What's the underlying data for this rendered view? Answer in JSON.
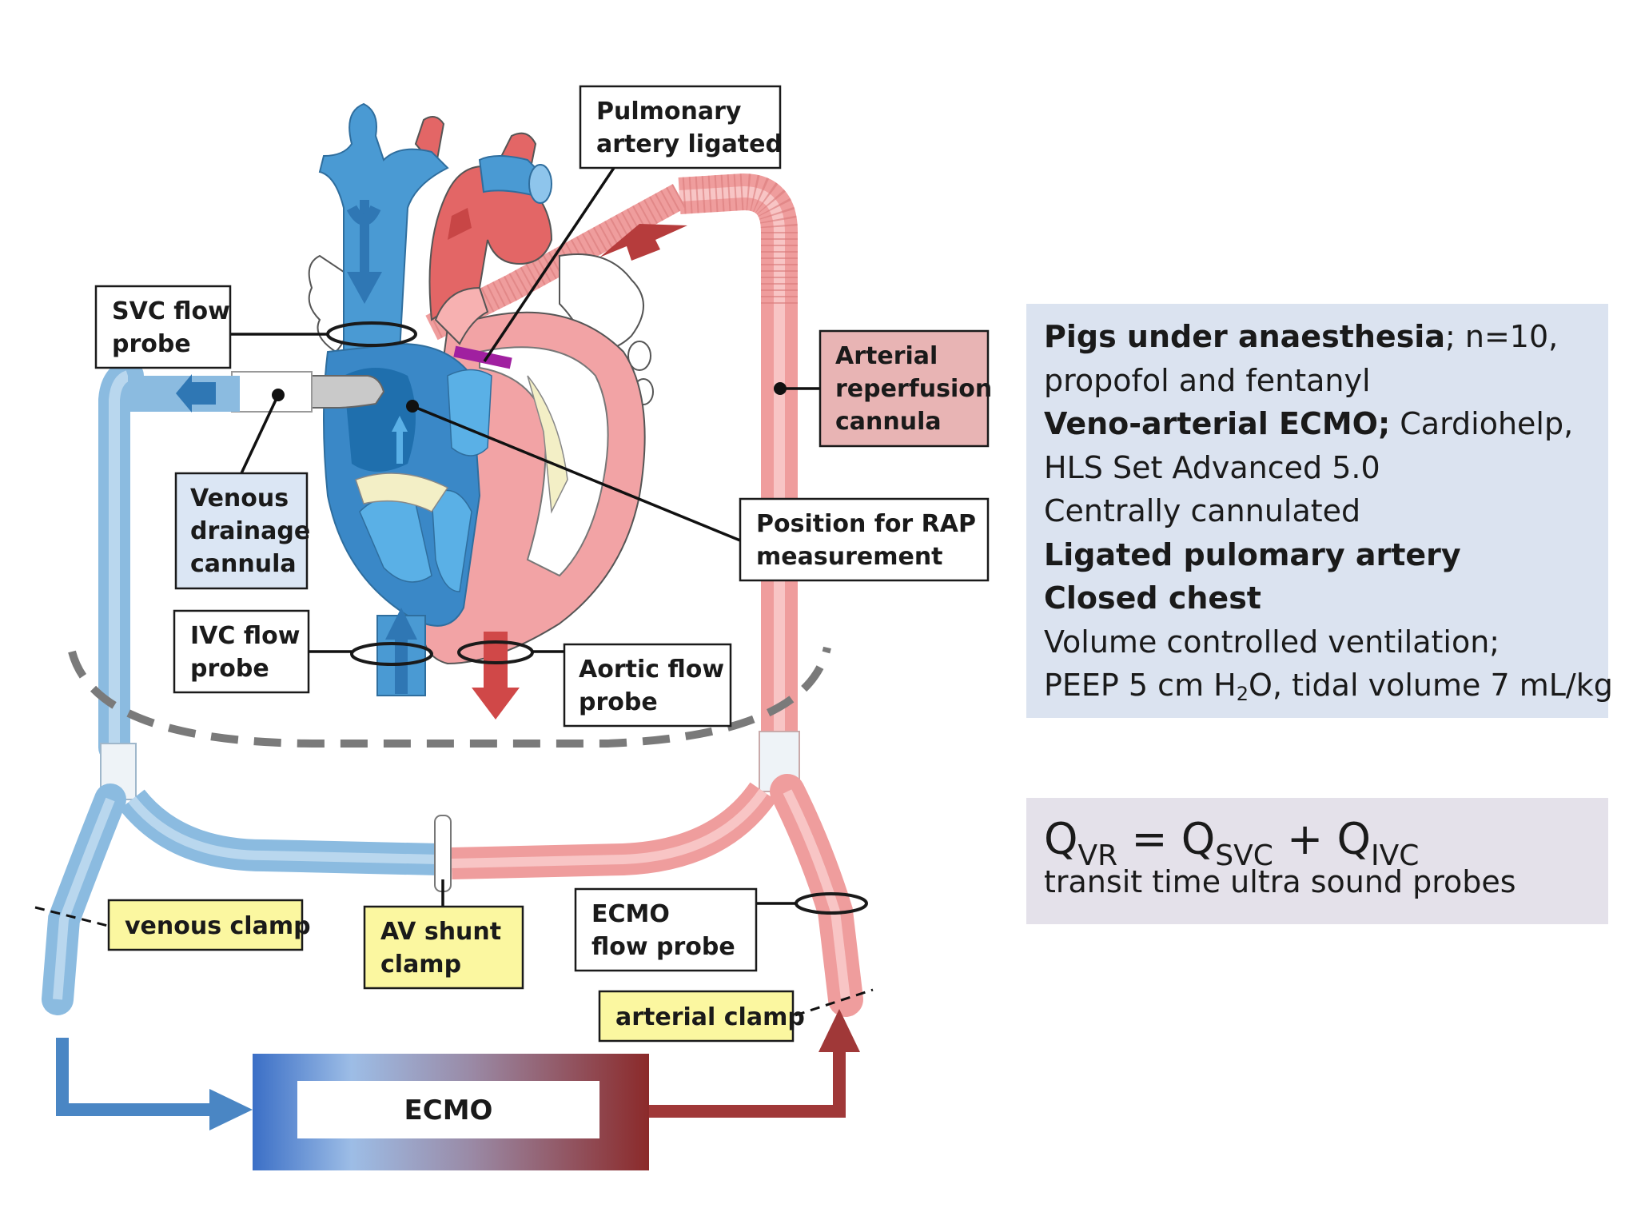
{
  "labels": {
    "pulmonary_artery": [
      "Pulmonary",
      "artery ligated"
    ],
    "svc_flow_probe": [
      "SVC flow",
      "probe"
    ],
    "arterial_reperfusion_cannula": [
      "Arterial",
      "reperfusion",
      "cannula"
    ],
    "venous_drainage_cannula": [
      "Venous",
      "drainage",
      "cannula"
    ],
    "rap_position": [
      "Position for RAP",
      "measurement"
    ],
    "ivc_flow_probe": [
      "IVC flow",
      "probe"
    ],
    "aortic_flow_probe": [
      "Aortic flow",
      "probe"
    ],
    "venous_clamp": "venous clamp",
    "av_shunt_clamp": [
      "AV shunt",
      "clamp"
    ],
    "ecmo_flow_probe": [
      "ECMO",
      "flow probe"
    ],
    "arterial_clamp": "arterial clamp",
    "ecmo": "ECMO"
  },
  "info": {
    "l1_bold": "Pigs under anaesthesia",
    "l1_rest": "; n=10,",
    "l2": "propofol and fentanyl",
    "l3_bold": "Veno-arterial ECMO;",
    "l3_rest": " Cardiohelp,",
    "l4": "HLS Set Advanced 5.0",
    "l5": "Centrally cannulated",
    "l6": "Ligated pulomary artery",
    "l7": "Closed chest",
    "l8": "Volume controlled ventilation;",
    "l9_a": "PEEP 5 cm H",
    "l9_sub": "2",
    "l9_b": "O, tidal volume 7 mL/kg"
  },
  "formula": {
    "q1": "Q",
    "s1": "VR",
    "eq": " = ",
    "q2": "Q",
    "s2": "SVC",
    "plus": " + ",
    "q3": "Q",
    "s3": "IVC",
    "caption": "transit time ultra sound probes"
  },
  "colors": {
    "venous": "#4a90c8",
    "venous_tube": "#9cc2e0",
    "arterial": "#c0504d",
    "arterial_tube": "#f0a0a0",
    "ecmo_gradient_start": "#3a6fc4",
    "ecmo_gradient_end": "#8b2a2a"
  }
}
